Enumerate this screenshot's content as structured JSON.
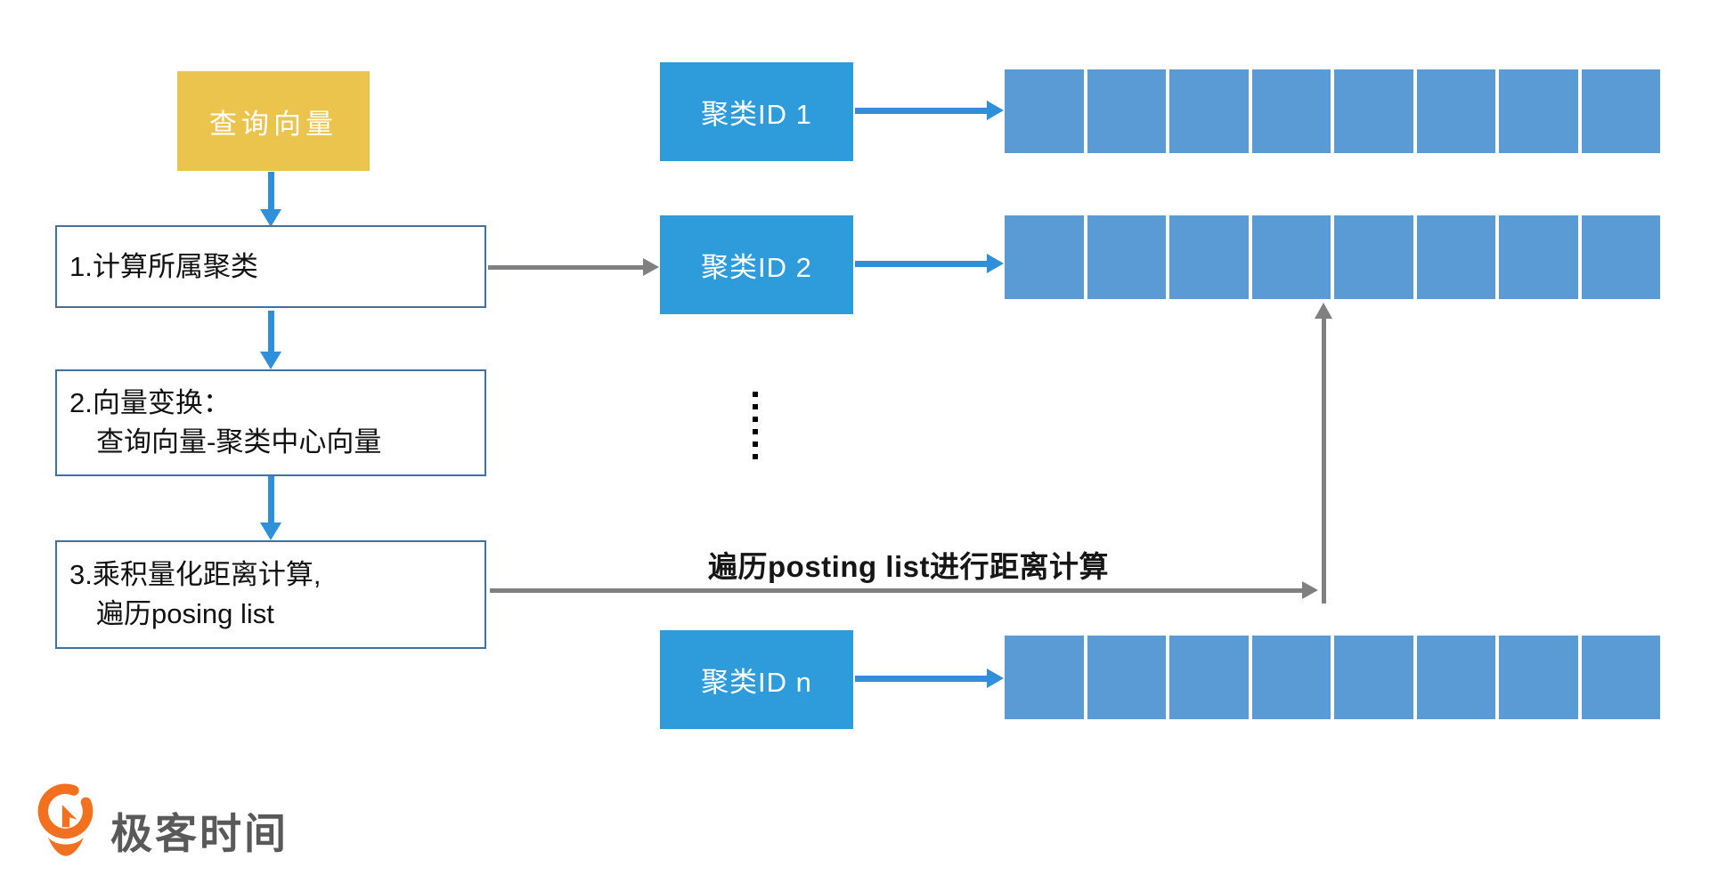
{
  "flow": {
    "query_vector_label": "查询向量",
    "steps": [
      {
        "lines": [
          "1.计算所属聚类",
          ""
        ]
      },
      {
        "lines": [
          "2.向量变换：",
          "查询向量-聚类中心向量"
        ]
      },
      {
        "lines": [
          "3.乘积量化距离计算,",
          "遍历posing list"
        ]
      }
    ]
  },
  "clusters": [
    {
      "label": "聚类ID 1",
      "cells": 8
    },
    {
      "label": "聚类ID 2",
      "cells": 8
    },
    {
      "label": "聚类ID n",
      "cells": 8
    }
  ],
  "ellipsis": {
    "count": 6
  },
  "annotations": {
    "traverse_label": "遍历posting list进行距离计算"
  },
  "logo": {
    "text": "极客时间"
  },
  "colors": {
    "yellow": "#EBC44D",
    "id_blue": "#2E9CDB",
    "cell_blue": "#5B9BD5",
    "arrow_blue": "#2F90D9",
    "arrow_gray": "#808080",
    "box_border": "#41719C",
    "logo_orange": "#F3701F",
    "logo_text": "#595959"
  }
}
